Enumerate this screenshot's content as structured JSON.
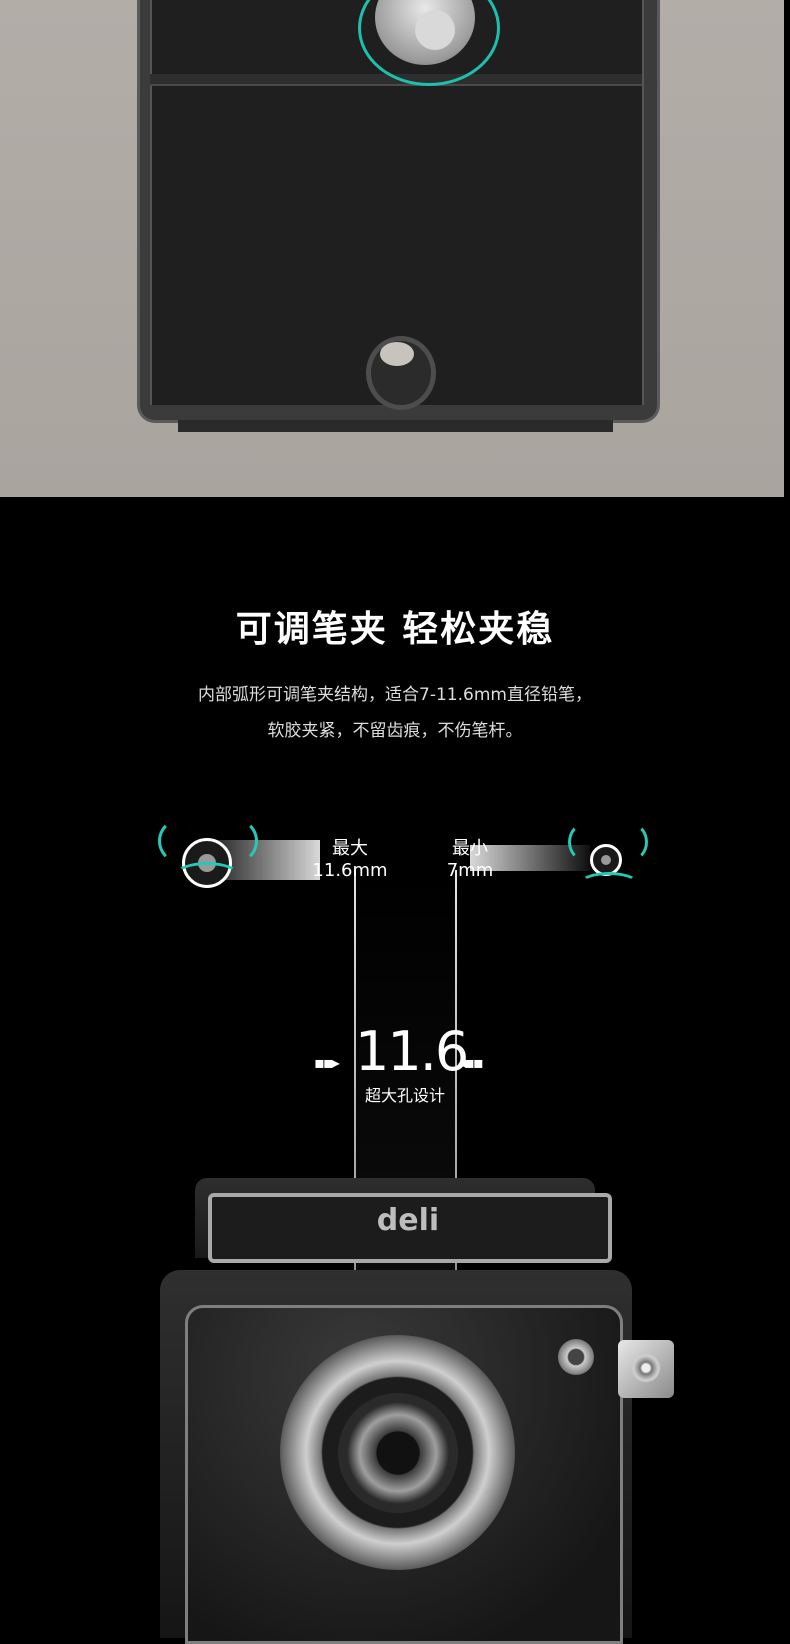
{
  "heading": {
    "title": "可调笔夹  轻松夹稳",
    "desc_line1": "内部弧形可调笔夹结构，适合7-11.6mm直径铅笔，",
    "desc_line2": "软胶夹紧，不留齿痕，不伤笔杆。"
  },
  "clamp": {
    "max_label": "最大",
    "max_value": "11.6mm",
    "min_label": "最小",
    "min_value": "7mm"
  },
  "hole": {
    "size": "11.6",
    "caption": "超大孔设计",
    "arrow_left": "▪▪▸",
    "arrow_right": "◂▪▪"
  },
  "product": {
    "brand": "deli"
  },
  "colors": {
    "accent": "#25c9b8",
    "top_background": "#b0aaa5",
    "bottom_background": "#000000"
  }
}
